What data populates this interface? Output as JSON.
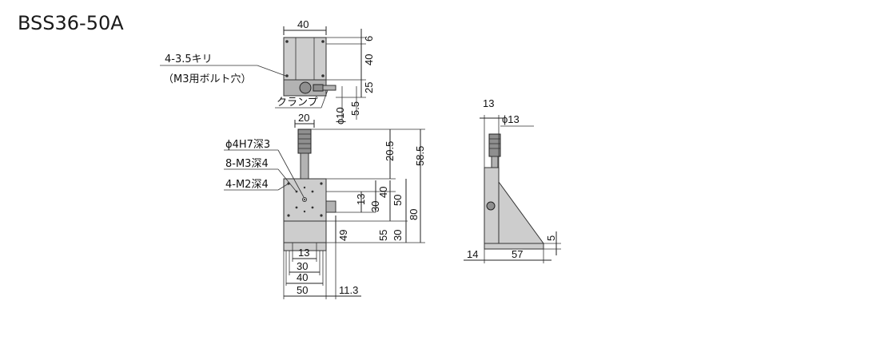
{
  "title": "BSS36-50A",
  "top_view": {
    "width": "40",
    "right_dims": [
      "6",
      "40",
      "25"
    ],
    "hole_label_1": "4-3.5キリ",
    "hole_label_2": "（M3用ボルト穴）",
    "clamp_label": "クランプ",
    "phi10": "ϕ10",
    "dim_5_5": "5.5"
  },
  "front_view": {
    "top_width": "20",
    "labels": [
      "ϕ4H7深3",
      "8-M3深4",
      "4-M2深4"
    ],
    "right_dims": [
      "20.5",
      "58.5",
      "13",
      "30",
      "40",
      "50",
      "80",
      "49",
      "55",
      "30"
    ],
    "bottom_dims": [
      "13",
      "30",
      "40",
      "50",
      "11.3"
    ]
  },
  "side_view": {
    "dims": [
      "13",
      "ϕ13",
      "5",
      "14",
      "57"
    ]
  }
}
